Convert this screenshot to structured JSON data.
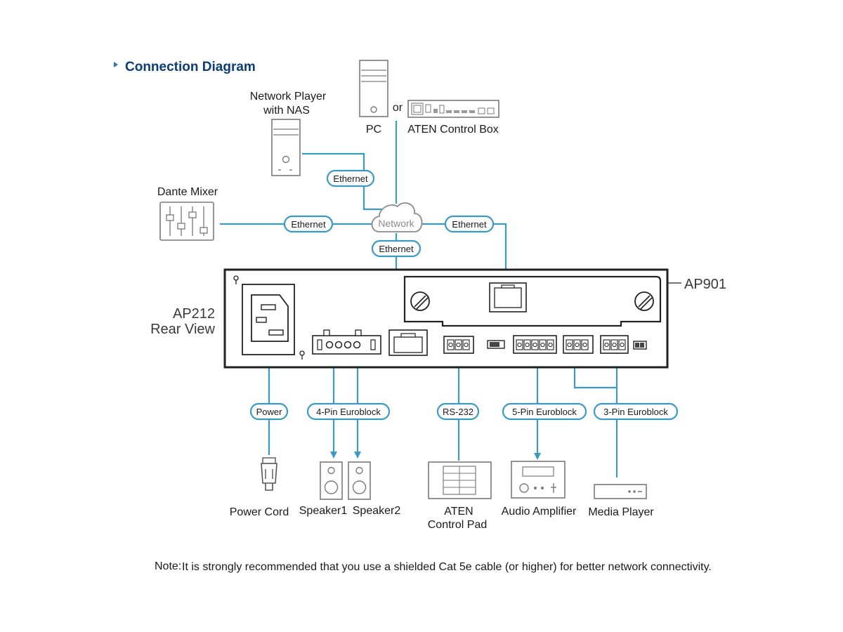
{
  "title": "Connection Diagram",
  "devices": {
    "network_player": [
      "Network Player",
      "with NAS"
    ],
    "pc": "PC",
    "or": "or",
    "control_box": "ATEN Control Box",
    "dante_mixer": "Dante Mixer",
    "network": "Network",
    "ap212": [
      "AP212",
      "Rear View"
    ],
    "ap901": "AP901",
    "power_cord": "Power Cord",
    "speaker1": "Speaker1",
    "speaker2": "Speaker2",
    "control_pad": [
      "ATEN",
      "Control Pad"
    ],
    "audio_amplifier": "Audio Amplifier",
    "media_player": "Media Player"
  },
  "connections": {
    "ethernet_nas": "Ethernet",
    "ethernet_mixer": "Ethernet",
    "ethernet_ap901": "Ethernet",
    "ethernet_ap212": "Ethernet",
    "power": "Power",
    "euroblock4": "4-Pin Euroblock",
    "rs232": "RS-232",
    "euroblock5": "5-Pin Euroblock",
    "euroblock3": "3-Pin Euroblock"
  },
  "note": {
    "label": "Note:",
    "text": "It is strongly recommended that you use a shielded Cat 5e cable (or higher) for better network connectivity."
  },
  "colors": {
    "wire": "#3a9ac4",
    "title": "#0b3d7a",
    "device_outline": "#7a7a7a",
    "chassis": "#222222"
  }
}
